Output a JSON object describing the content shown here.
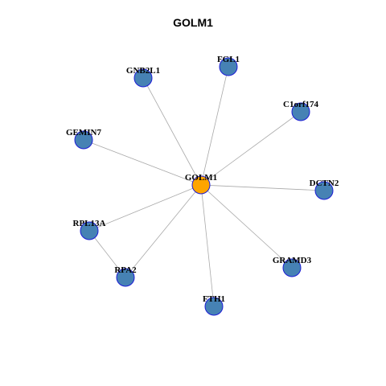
{
  "title": "GOLM1",
  "colors": {
    "center_fill": "#FFA500",
    "node_fill": "#4682B4",
    "node_stroke": "#1C1CD6",
    "edge": "#A9A9A9"
  },
  "network": {
    "center": {
      "id": "GOLM1",
      "label": "GOLM1"
    },
    "nodes": [
      {
        "id": "FGL1",
        "label": "FGL1"
      },
      {
        "id": "GNB2L1",
        "label": "GNB2L1"
      },
      {
        "id": "C1orf174",
        "label": "C1orf174"
      },
      {
        "id": "GEMIN7",
        "label": "GEMIN7"
      },
      {
        "id": "DCTN2",
        "label": "DCTN2"
      },
      {
        "id": "RPL13A",
        "label": "RPL13A"
      },
      {
        "id": "GRAMD3",
        "label": "GRAMD3"
      },
      {
        "id": "RPA2",
        "label": "RPA2"
      },
      {
        "id": "FTH1",
        "label": "FTH1"
      }
    ],
    "edges": [
      [
        "GOLM1",
        "FGL1"
      ],
      [
        "GOLM1",
        "GNB2L1"
      ],
      [
        "GOLM1",
        "C1orf174"
      ],
      [
        "GOLM1",
        "GEMIN7"
      ],
      [
        "GOLM1",
        "DCTN2"
      ],
      [
        "GOLM1",
        "RPL13A"
      ],
      [
        "GOLM1",
        "GRAMD3"
      ],
      [
        "GOLM1",
        "RPA2"
      ],
      [
        "GOLM1",
        "FTH1"
      ],
      [
        "RPL13A",
        "RPA2"
      ]
    ]
  }
}
